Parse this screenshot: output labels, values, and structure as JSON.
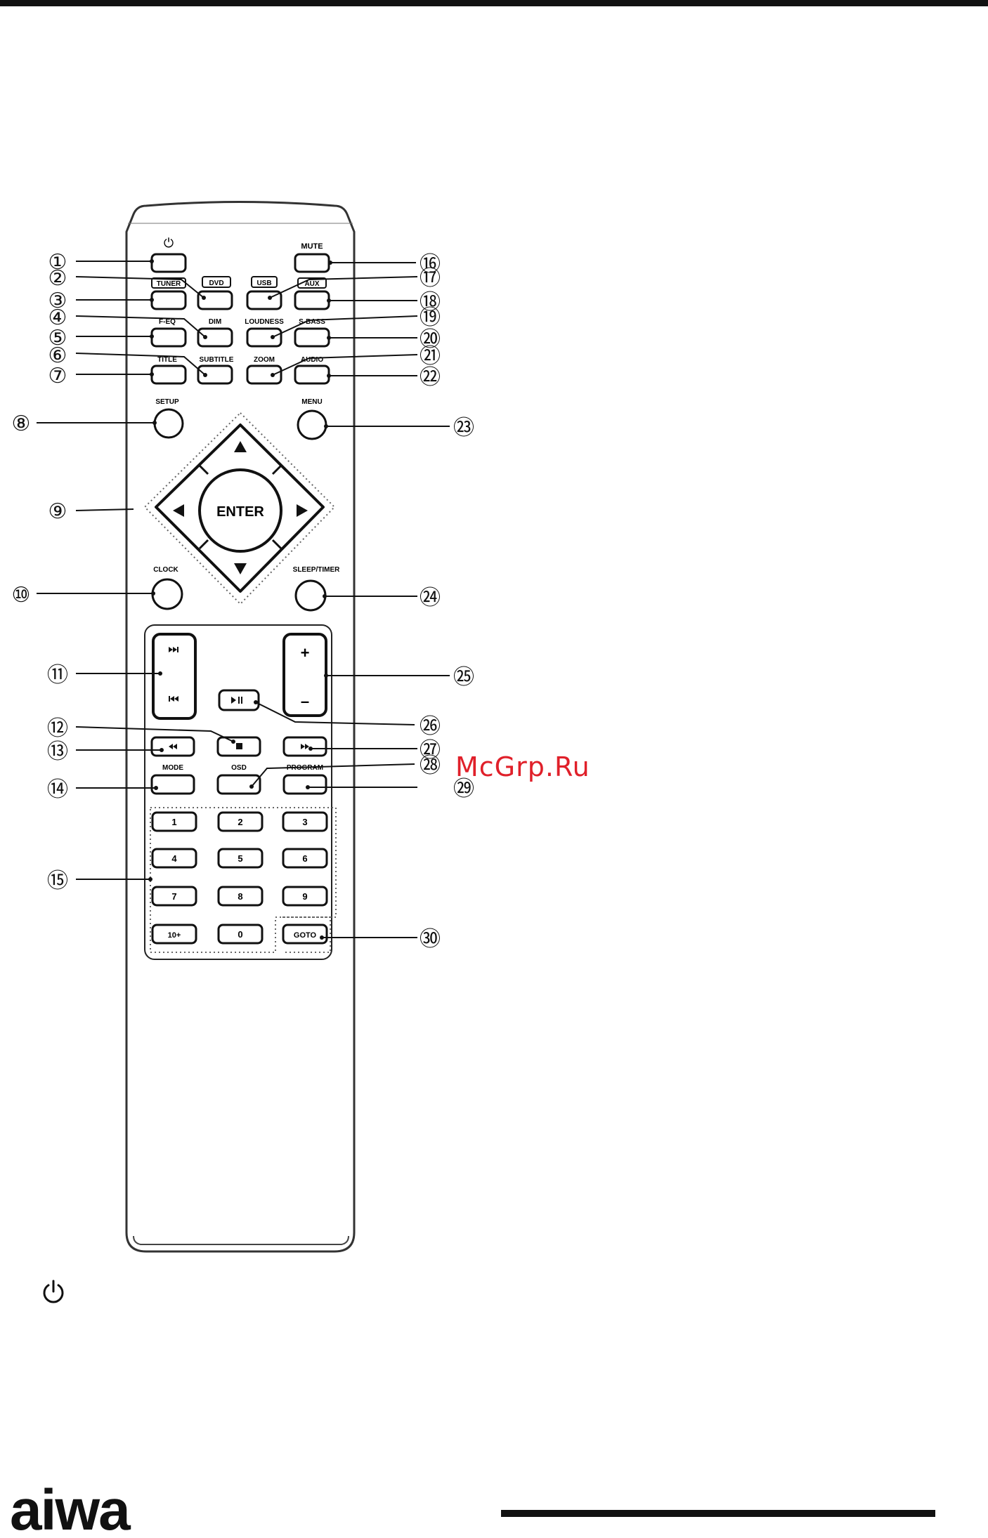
{
  "watermark": "McGrp.Ru",
  "brand": "aiwa",
  "power_symbol": "⏻",
  "icons": {
    "power": "power-icon",
    "up": "arrow-up-icon",
    "down": "arrow-down-icon",
    "left": "arrow-left-icon",
    "right": "arrow-right-icon",
    "next": "skip-next-icon",
    "prev": "skip-previous-icon",
    "play_pause": "play-pause-icon",
    "stop": "stop-icon",
    "rewind": "rewind-icon",
    "fast_forward": "fast-forward-icon"
  },
  "remote": {
    "top_labels": {
      "mute": "MUTE",
      "dvd": "DVD",
      "usb": "USB",
      "tuner": "TUNER",
      "aux": "AUX",
      "dim": "DIM",
      "loudness": "LOUDNESS",
      "feq": "F-EQ",
      "sbass": "S-BASS",
      "subtitle": "SUBTITLE",
      "zoom": "ZOOM",
      "title": "TITLE",
      "audio": "AUDIO",
      "setup": "SETUP",
      "menu": "MENU",
      "clock": "CLOCK",
      "sleep_timer": "SLEEP/TIMER"
    },
    "enter": "ENTER",
    "volume_plus": "+",
    "volume_minus": "–",
    "lower_labels": {
      "mode": "MODE",
      "osd": "OSD",
      "program": "PROGRAM"
    },
    "keypad": [
      "1",
      "2",
      "3",
      "4",
      "5",
      "6",
      "7",
      "8",
      "9",
      "10+",
      "0",
      "GOTO"
    ]
  },
  "callouts": [
    "①",
    "②",
    "③",
    "④",
    "⑤",
    "⑥",
    "⑦",
    "⑧",
    "⑨",
    "⑩",
    "⑪",
    "⑫",
    "⑬",
    "⑭",
    "⑮",
    "⑯",
    "⑰",
    "⑱",
    "⑲",
    "⑳",
    "㉑",
    "㉒",
    "㉓",
    "㉔",
    "㉕",
    "㉖",
    "㉗",
    "㉘",
    "㉙",
    "㉚"
  ]
}
